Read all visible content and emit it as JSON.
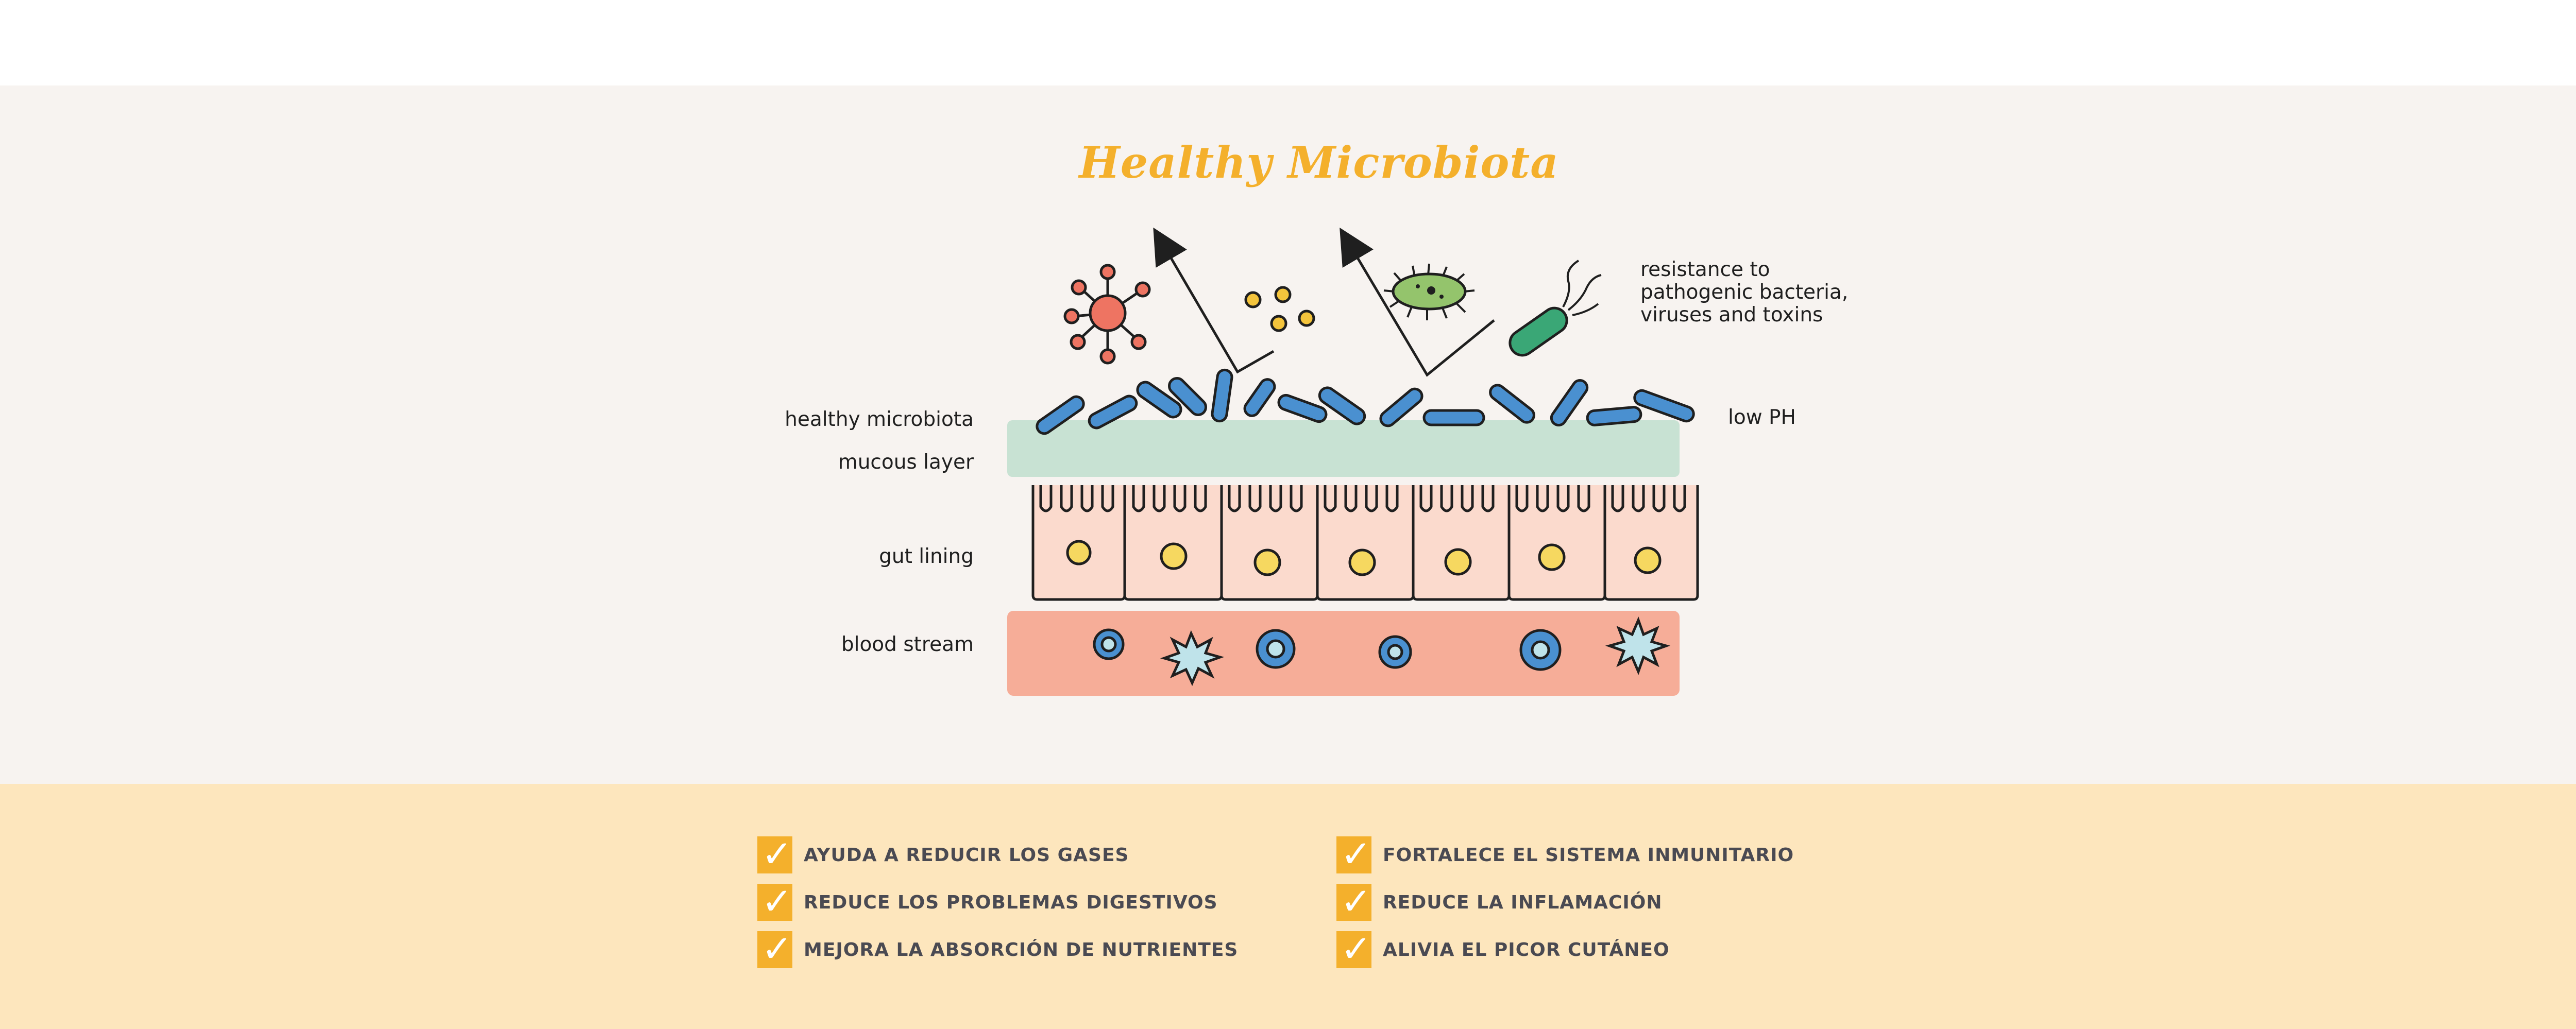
{
  "diagram": {
    "title": "Healthy Microbiota",
    "labels": {
      "healthy_microbiota": "healthy microbiota",
      "mucous_layer": "mucous layer",
      "gut_lining": "gut lining",
      "blood_stream": "blood stream",
      "low_ph": "low PH",
      "resistance": [
        "resistance to",
        "pathogenic bacteria,",
        "viruses and toxins"
      ]
    },
    "colors": {
      "title": "#f4b02c",
      "microbiota": "#4a90d0",
      "mucous": "#c8e2d3",
      "gut_cell": "#fbdacd",
      "nucleus": "#f6d860",
      "blood": "#f6ad98",
      "virus": "#ee7462",
      "bacteria_green": "#94c46c",
      "bacteria_teal": "#3aa776",
      "blood_cell": "#4a90d0",
      "platelet": "#bfe3ea"
    },
    "icons": [
      "virus-icon",
      "toxin-particles-icon",
      "green-bacteria-icon",
      "flagellated-bacteria-icon",
      "bounce-arrow-icon"
    ]
  },
  "benefits": {
    "left": [
      "AYUDA A REDUCIR LOS GASES",
      "REDUCE LOS PROBLEMAS DIGESTIVOS",
      "MEJORA LA ABSORCIÓN DE NUTRIENTES"
    ],
    "right": [
      "FORTALECE EL SISTEMA INMUNITARIO",
      "REDUCE LA INFLAMACIÓN",
      "ALIVIA EL PICOR CUTÁNEO"
    ],
    "check_color": "#f4b02c"
  }
}
